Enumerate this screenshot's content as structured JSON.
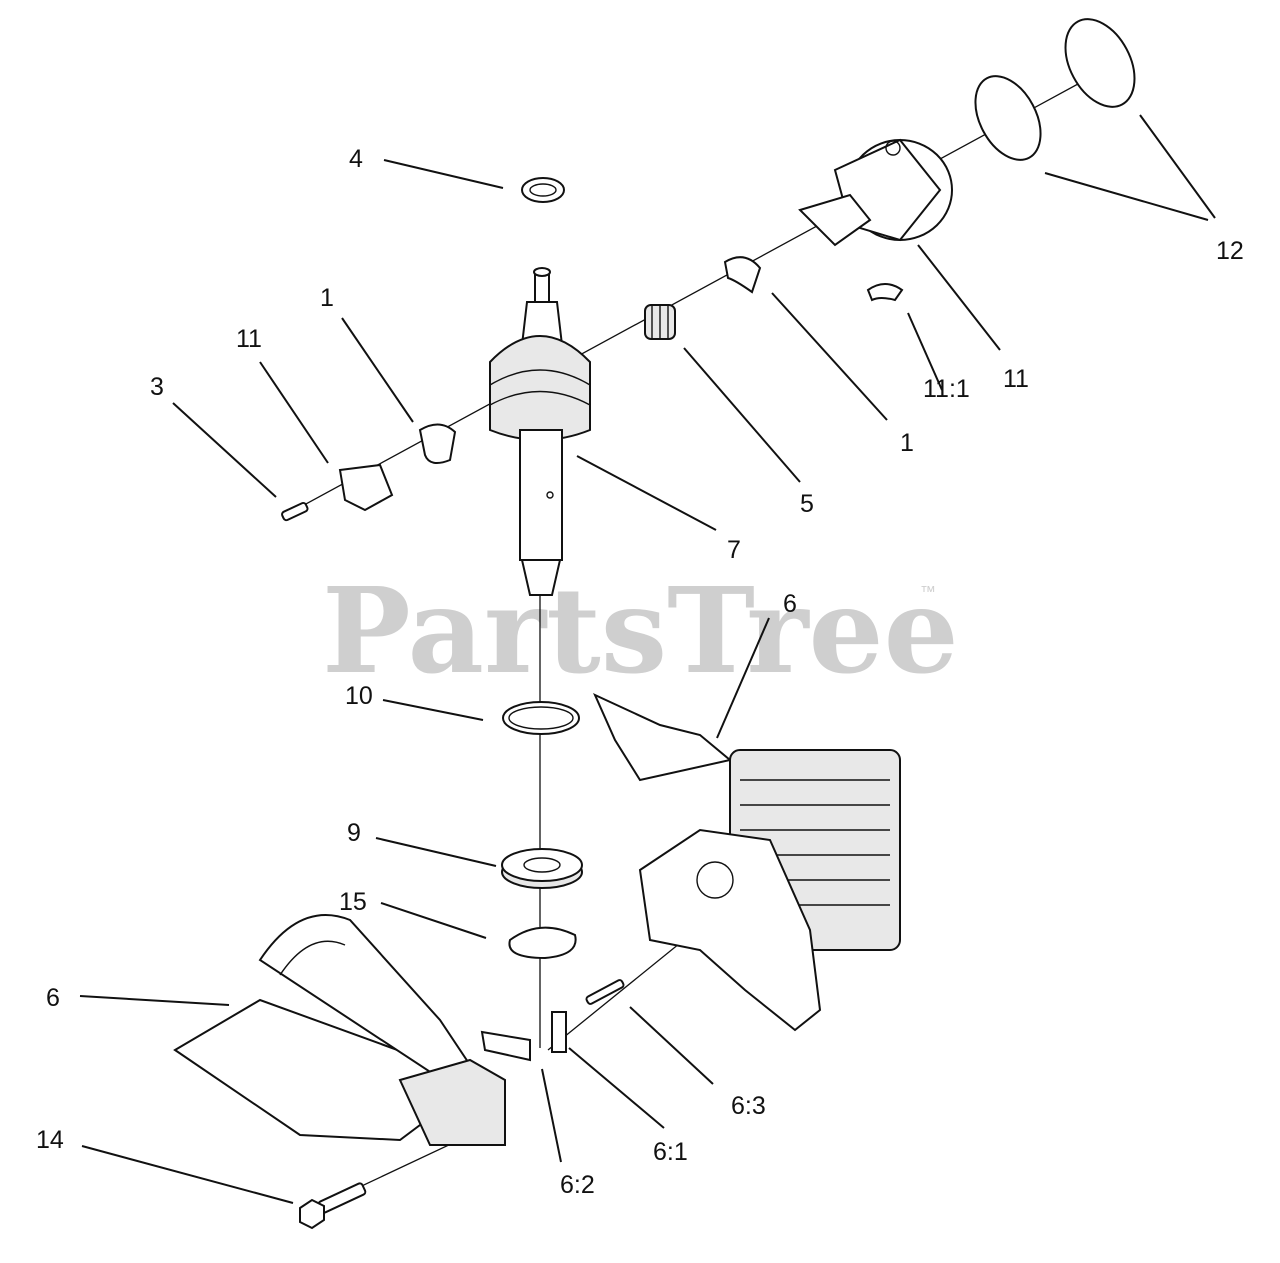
{
  "watermark": {
    "text": "PartsTree",
    "trademark": "™"
  },
  "callouts": {
    "c4": "4",
    "c12": "12",
    "c1a": "1",
    "c11a": "11",
    "c3": "3",
    "c11b": "11",
    "c111": "11:1",
    "c1b": "1",
    "c5": "5",
    "c7": "7",
    "c6a": "6",
    "c10": "10",
    "c9": "9",
    "c15": "15",
    "c6b": "6",
    "c63": "6:3",
    "c61": "6:1",
    "c62": "6:2",
    "c14": "14"
  }
}
